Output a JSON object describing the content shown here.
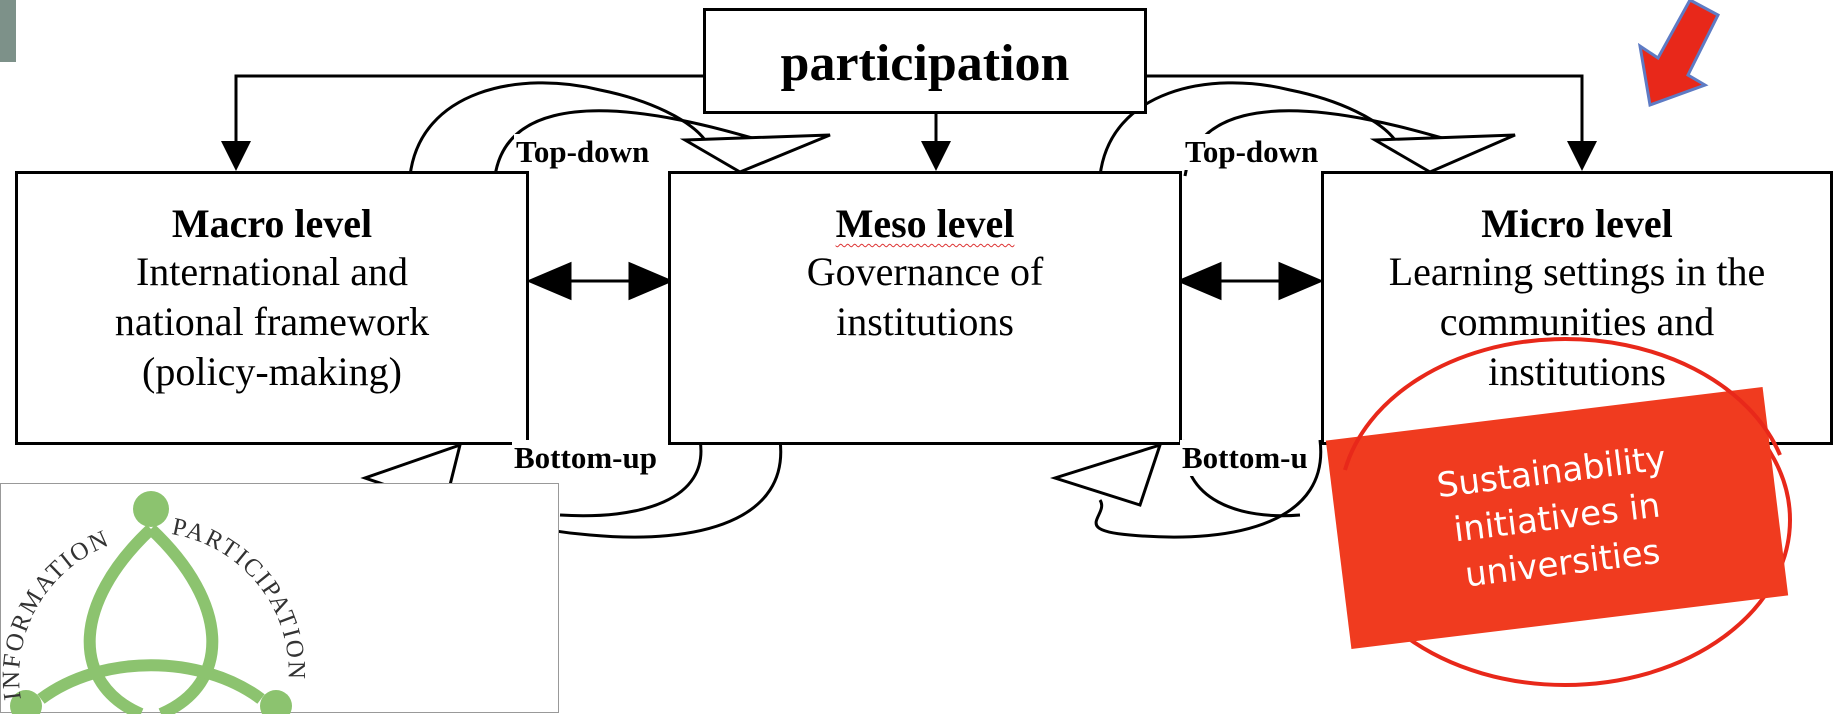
{
  "participation_label": "participation",
  "levels": [
    {
      "title": "Macro level",
      "lines": [
        "International and",
        "national framework",
        "(policy-making)"
      ]
    },
    {
      "title": "Meso level",
      "lines": [
        "Governance of",
        "institutions"
      ]
    },
    {
      "title": "Micro level",
      "lines": [
        "Learning settings in the",
        "communities and",
        "institutions"
      ]
    }
  ],
  "flow_labels": {
    "top_down": "Top-down",
    "bottom_up_left": "Bottom-up",
    "bottom_up_right": "Bottom-u"
  },
  "sticky_note": {
    "lines": [
      "Sustainability",
      "initiatives in",
      "universities"
    ],
    "color": "#f03b1f"
  },
  "logo": {
    "words": [
      "INFORMATION",
      "PARTICIPATION"
    ],
    "color": "#8cc36f"
  },
  "highlight_color": "#e8281a"
}
